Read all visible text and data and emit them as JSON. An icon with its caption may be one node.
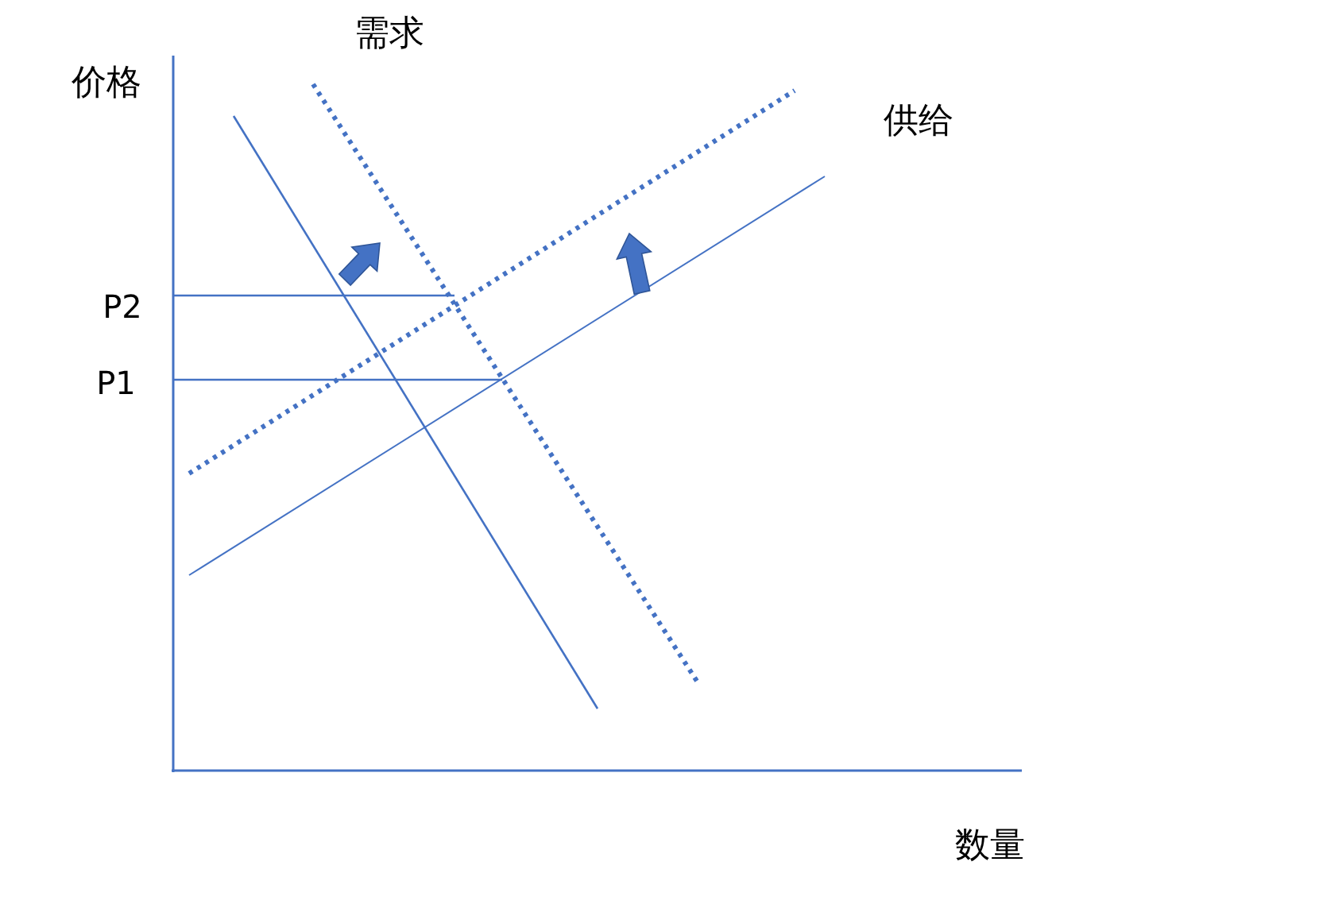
{
  "diagram": {
    "labels": [
      "需求",
      "价格",
      "供给",
      "P2",
      "P1",
      "数量"
    ]
  }
}
